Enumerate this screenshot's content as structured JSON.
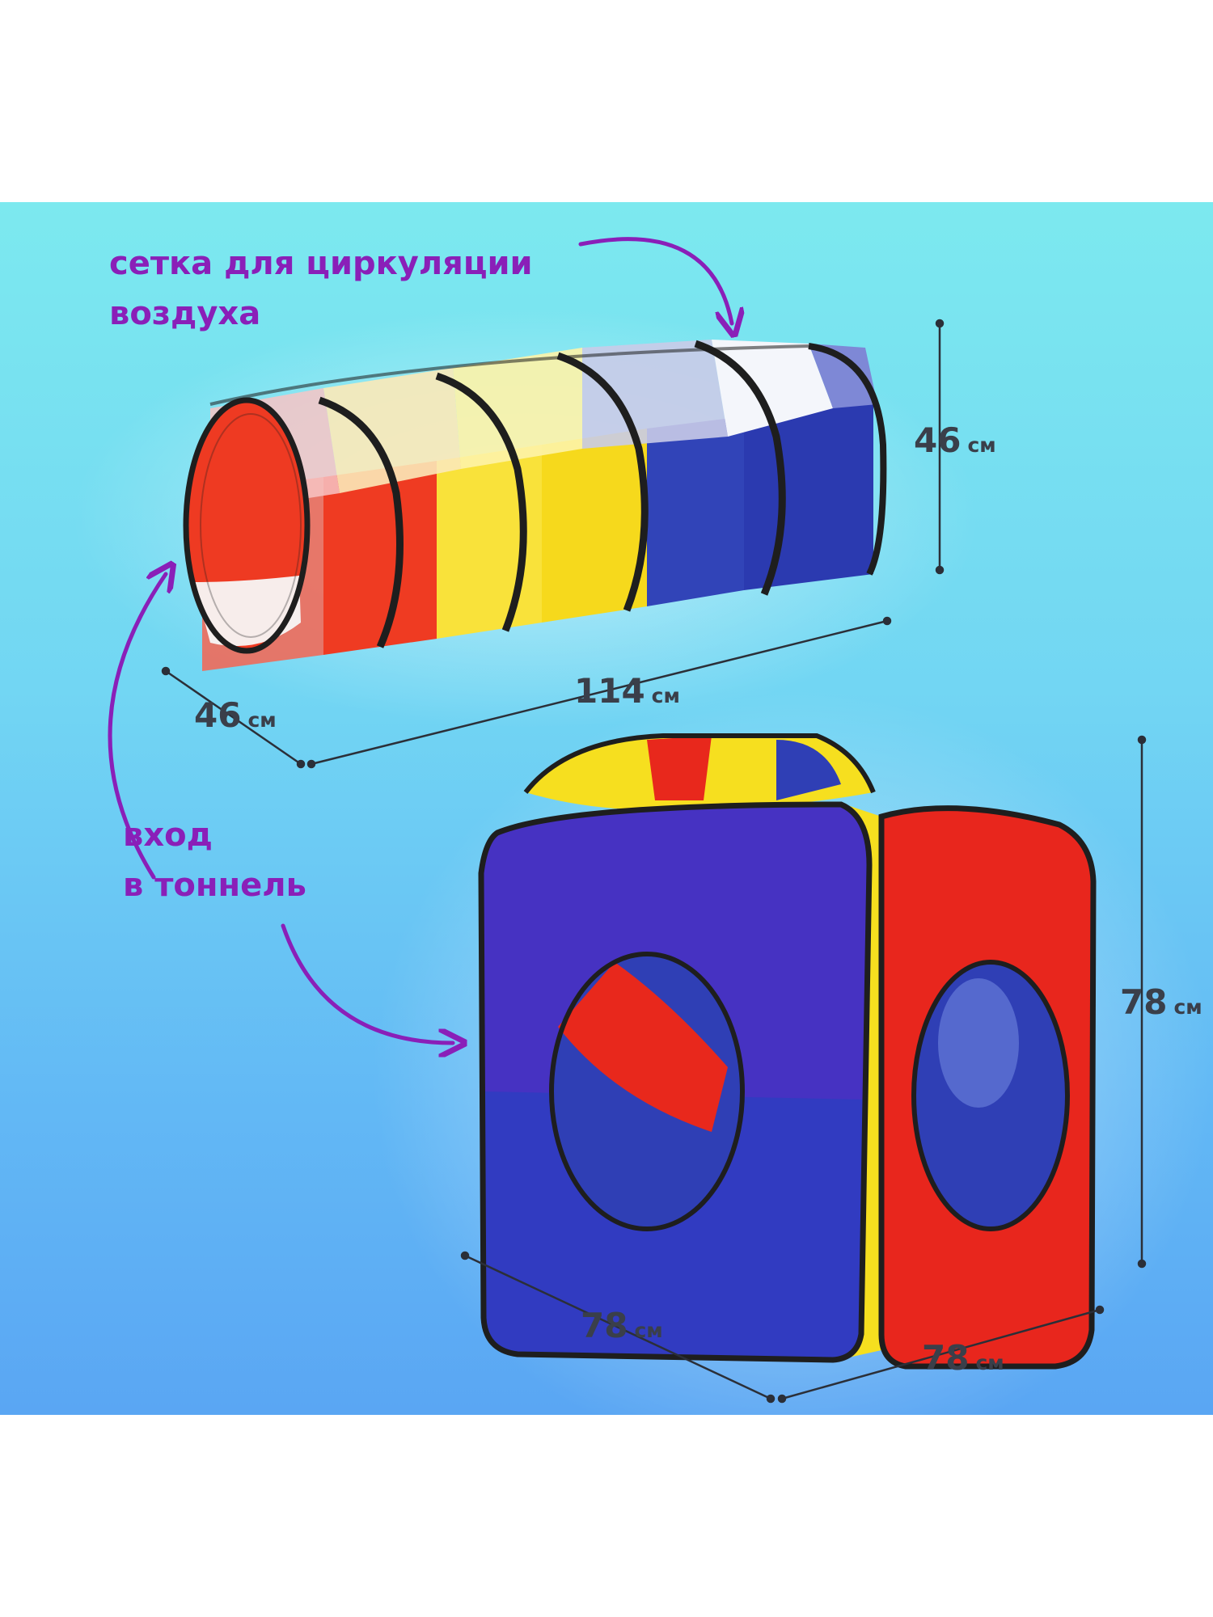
{
  "callouts": {
    "mesh_line1": "сетка для циркуляции",
    "mesh_line2": "воздуха",
    "entry_line1": "вход",
    "entry_line2": "в тоннель"
  },
  "dimensions": {
    "unit": "см",
    "tunnel_height": "46",
    "tunnel_length": "114",
    "tunnel_diameter": "46",
    "cube_height": "78",
    "cube_width": "78",
    "cube_depth": "78"
  },
  "colors": {
    "callout_text": "#8a1fb8",
    "dimension_text": "#3a3f4a",
    "red": "#e8261d",
    "yellow": "#f7e21b",
    "blue": "#2f3fb5",
    "purple": "#5a2fc0"
  }
}
